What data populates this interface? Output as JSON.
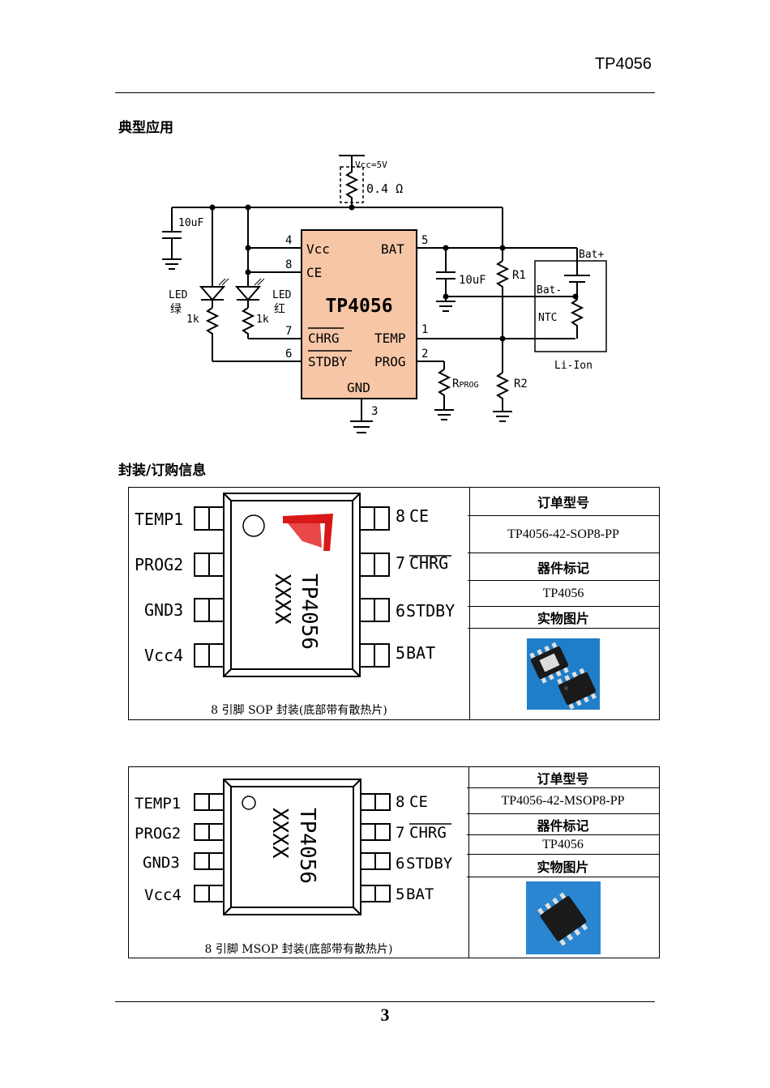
{
  "header": {
    "title": "TP4056"
  },
  "sections": {
    "typical_app": "典型应用",
    "package_info": "封装/订购信息"
  },
  "schematic": {
    "vcc": "Vcc=5V",
    "r_sense": "0.4 Ω",
    "cap_in": "10uF",
    "cap_out": "10uF",
    "led_green_label": "LED",
    "led_green_color": "绿",
    "led_red_label": "LED",
    "led_red_color": "红",
    "res_green": "1k",
    "res_red": "1k",
    "chip_name": "TP4056",
    "pin_vcc": "Vcc",
    "pin_ce": "CE",
    "pin_chrg": "CHRG",
    "pin_stdby": "STDBY",
    "pin_gnd": "GND",
    "pin_bat": "BAT",
    "pin_temp": "TEMP",
    "pin_prog": "PROG",
    "num_4": "4",
    "num_8": "8",
    "num_7": "7",
    "num_6": "6",
    "num_3": "3",
    "num_5": "5",
    "num_1": "1",
    "num_2": "2",
    "r1": "R1",
    "r2": "R2",
    "rprog_main": "R",
    "rprog_sub": "PROG",
    "bat_plus": "Bat+",
    "bat_minus": "Bat-",
    "ntc": "NTC",
    "li_ion": "Li-Ion"
  },
  "sop": {
    "pins_left": [
      "TEMP1",
      "PROG2",
      "GND3",
      "Vcc4"
    ],
    "pins_right_num": [
      "8",
      "7",
      "6",
      "5"
    ],
    "pins_right_name": [
      "CE",
      "CHRG",
      "STDBY",
      "BAT"
    ],
    "marking_1": "TP4056",
    "marking_2": "XXXX",
    "caption": "8 引脚 SOP 封装(底部带有散热片)",
    "order_head": "订单型号",
    "order_value": "TP4056-42-SOP8-PP",
    "mark_head": "器件标记",
    "mark_value": "TP4056",
    "photo_head": "实物图片"
  },
  "msop": {
    "pins_left": [
      "TEMP1",
      "PROG2",
      "GND3",
      "Vcc4"
    ],
    "pins_right_num": [
      "8",
      "7",
      "6",
      "5"
    ],
    "pins_right_name": [
      "CE",
      "CHRG",
      "STDBY",
      "BAT"
    ],
    "marking_1": "TP4056",
    "marking_2": "XXXX",
    "caption": "8 引脚 MSOP 封装(底部带有散热片)",
    "order_head": "订单型号",
    "order_value": "TP4056-42-MSOP8-PP",
    "mark_head": "器件标记",
    "mark_value": "TP4056",
    "photo_head": "实物图片"
  },
  "footer": {
    "page_number": "3"
  },
  "colors": {
    "chip_fill": "#f6c6a6",
    "photo_bg": "#1f7ec9",
    "logo_red": "#d81818"
  }
}
